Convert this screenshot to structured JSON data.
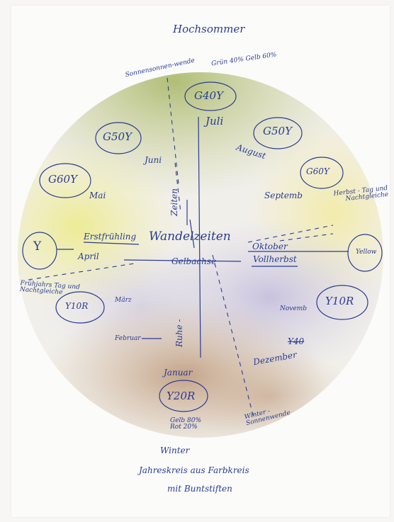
{
  "labels": {
    "top": "Hochsommer",
    "sonnenwende_top": "Sonnensonnen-wende",
    "gruen_gelb": "Grün 40% Gelb 60%",
    "g40y": "G40Y",
    "juli": "Juli",
    "g50y_left": "G50Y",
    "juni": "Juni",
    "g50y_right": "G50Y",
    "august": "August",
    "g60y_left": "G60Y",
    "mai": "Mai",
    "zeiten": "Zeiten",
    "g60y_right": "G60Y",
    "september": "Septemb",
    "herbst": "Herbst - Tag und Nachtgleiche",
    "y_left": "Y",
    "erstfruehling": "Erstfrühling",
    "wandelzeiten": "Wandelzeiten",
    "april": "April",
    "gelbachse": "Gelbachse",
    "oktober": "Oktober",
    "vollherbst": "Vollherbst",
    "y_right": "Yellow",
    "fruehjahr": "Frühjahrs Tag und Nachtgleiche",
    "y10r_left": "Y10R",
    "maerz": "März",
    "november": "Novemb",
    "y10r_right": "Y10R",
    "ruhe": "Ruhe -",
    "februar": "Februar",
    "y40": "Y40",
    "dezember": "Dezember",
    "januar": "Januar",
    "y20r": "Y20R",
    "winter_sw": "Winter - Sonnenwende",
    "gelb_rot": "Gelb 80% Rot 20%",
    "winter": "Winter",
    "bottom_line1": "Jahreskreis aus Farbkreis",
    "bottom_line2": "mit Buntstiften"
  },
  "colors": {
    "ink": "#2a3c93",
    "paper": "#fbfbfa",
    "green": "#b7c37a",
    "yellow": "#ecec9a",
    "lavender": "#c9c3df",
    "brown": "#c3a283"
  }
}
